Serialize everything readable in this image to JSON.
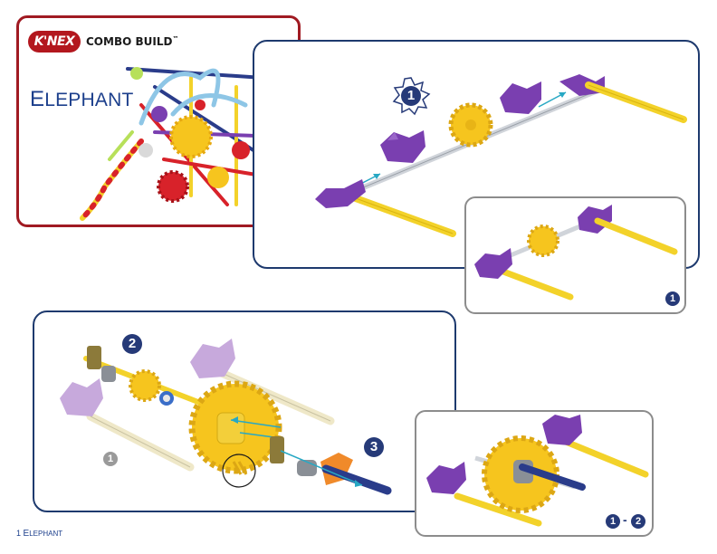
{
  "cover": {
    "brand": "K'NEX",
    "series": "COMBO BUILD",
    "trademark": "™",
    "model_title_initial": "E",
    "model_title_rest": "LEPHANT"
  },
  "step1": {
    "step_number": "1",
    "result_badge": "1"
  },
  "step23": {
    "step2_number": "2",
    "step3_number": "3",
    "reference_badge": "1",
    "result_range_start": "1",
    "result_range_dash": "-",
    "result_range_end": "2"
  },
  "footer": {
    "page_number": "1",
    "page_title_initial": "E",
    "page_title_rest": "LEPHANT"
  },
  "colors": {
    "cover_border": "#a01a22",
    "panel_border": "#1e3a6e",
    "result_border": "#8c8c8c",
    "purple_connector": "#7a3fb0",
    "lilac_connector": "#c7a9dc",
    "yellow_gear": "#f6c51e",
    "yellow_rod": "#f3d22a",
    "blue_rod": "#2a3c8a",
    "orange_piece": "#f08a2a",
    "arrow_cyan": "#27a8c4",
    "step_badge": "#263a78"
  }
}
